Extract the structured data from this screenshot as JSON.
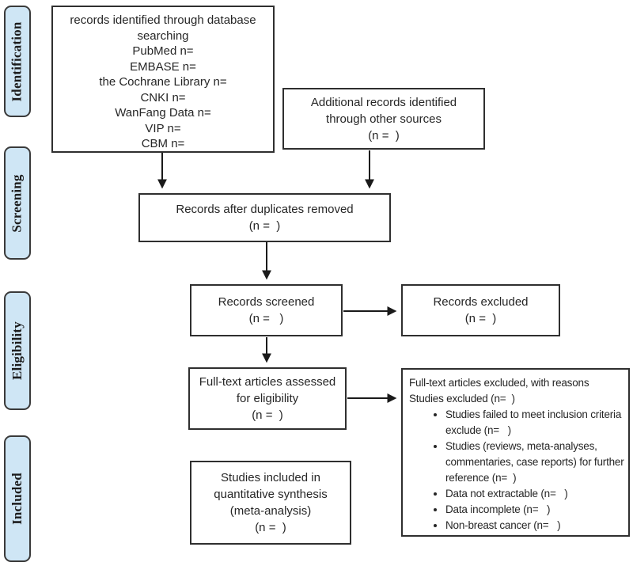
{
  "diagram": {
    "type": "prisma-flow",
    "colors": {
      "sidebar_fill": "#cfe6f5",
      "sidebar_border": "#3a3a3a",
      "box_border": "#2f2f2f",
      "box_fill": "#ffffff",
      "text_color": "#262626",
      "arrow_color": "#1a1a1a",
      "canvas_bg": "#ffffff"
    }
  },
  "sidebar": {
    "items": [
      {
        "label": "Identification"
      },
      {
        "label": "Screening"
      },
      {
        "label": "Eligibility"
      },
      {
        "label": "Included"
      }
    ]
  },
  "boxes": {
    "database": {
      "lines": [
        "records identified through database",
        "searching",
        "PubMed n=",
        "EMBASE n=",
        "the Cochrane Library n=",
        "CNKI n=",
        "WanFang Data n=",
        "VIP n=",
        "CBM n="
      ]
    },
    "other_sources": {
      "lines": [
        "Additional records identified",
        "through other sources",
        "(n =  )"
      ]
    },
    "duplicates_removed": {
      "lines": [
        "Records after duplicates removed",
        "(n =  )"
      ]
    },
    "screened": {
      "lines": [
        "Records screened",
        "(n =   )"
      ]
    },
    "records_excluded": {
      "lines": [
        "Records excluded",
        "(n =  )"
      ]
    },
    "fulltext_assessed": {
      "lines": [
        "Full-text articles assessed",
        "for eligibility",
        "(n =  )"
      ]
    },
    "fulltext_excluded": {
      "intro_lines": [
        "Full-text articles excluded, with reasons",
        "Studies excluded (n=  )"
      ],
      "bullets": [
        "Studies failed to meet inclusion criteria exclude (n=   )",
        "Studies (reviews, meta-analyses, commentaries, case reports) for further reference (n=  )",
        "Data not extractable (n=   )",
        "Data incomplete (n=   )",
        "Non-breast cancer (n=   )"
      ]
    },
    "quantitative_synthesis": {
      "lines": [
        "Studies included in",
        "quantitative synthesis",
        "(meta-analysis)",
        "(n =  )"
      ]
    }
  }
}
